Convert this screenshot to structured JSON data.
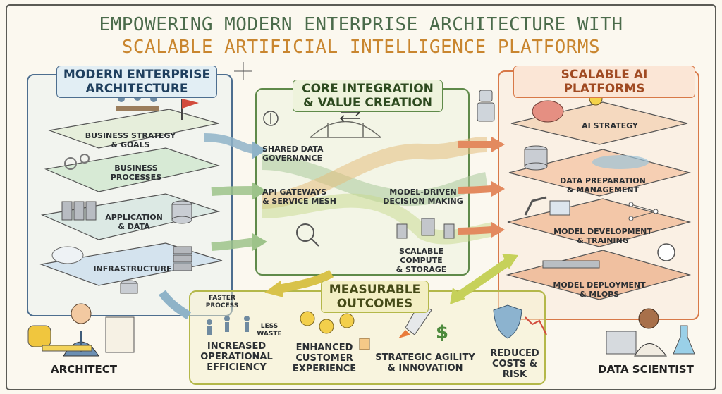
{
  "title": {
    "line1": "EMPOWERING MODERN ENTERPRISE ARCHITECTURE WITH",
    "line2": "SCALABLE ARTIFICIAL INTELLIGENCE PLATFORMS"
  },
  "left_panel": {
    "title_line1": "MODERN ENTERPRISE",
    "title_line2": "ARCHITECTURE",
    "layers": [
      {
        "line1": "BUSINESS STRATEGY",
        "line2": "& GOALS"
      },
      {
        "line1": "BUSINESS",
        "line2": "PROCESSES"
      },
      {
        "line1": "APPLICATION",
        "line2": "& DATA"
      },
      {
        "line1": "INFRASTRUCTURE",
        "line2": ""
      }
    ]
  },
  "middle_panel": {
    "title_line1": "CORE INTEGRATION",
    "title_line2": "& VALUE CREATION",
    "items": [
      {
        "line1": "SHARED DATA",
        "line2": "GOVERNANCE"
      },
      {
        "line1": "API GATEWAYS",
        "line2": "& SERVICE MESH"
      },
      {
        "line1": "MODEL-DRIVEN",
        "line2": "DECISION MAKING"
      },
      {
        "line1": "SCALABLE COMPUTE",
        "line2": "& STORAGE"
      }
    ]
  },
  "right_panel": {
    "title": "SCALABLE AI PLATFORMS",
    "layers": [
      {
        "line1": "AI STRATEGY",
        "line2": ""
      },
      {
        "line1": "DATA PREPARATION",
        "line2": "& MANAGEMENT"
      },
      {
        "line1": "MODEL DEVELOPMENT",
        "line2": "& TRAINING"
      },
      {
        "line1": "MODEL DEPLOYMENT",
        "line2": "& MLOPS"
      }
    ]
  },
  "outcomes": {
    "title_line1": "MEASURABLE",
    "title_line2": "OUTCOMES",
    "faster_process": "FASTER PROCESS",
    "less_waste_line1": "LESS",
    "less_waste_line2": "WASTE",
    "items": [
      {
        "line1": "INCREASED",
        "line2": "OPERATIONAL",
        "line3": "EFFICIENCY"
      },
      {
        "line1": "ENHANCED",
        "line2": "CUSTOMER",
        "line3": "EXPERIENCE"
      },
      {
        "line1": "STRATEGIC AGILITY",
        "line2": "& INNOVATION",
        "line3": ""
      },
      {
        "line1": "REDUCED",
        "line2": "COSTS & RISK",
        "line3": ""
      }
    ]
  },
  "roles": {
    "left": "ARCHITECT",
    "right": "DATA SCIENTIST"
  },
  "colors": {
    "enterprise": "#4d6e8f",
    "integration": "#5f8a4a",
    "ai_platforms": "#d87948",
    "outcomes": "#b4b84a"
  }
}
